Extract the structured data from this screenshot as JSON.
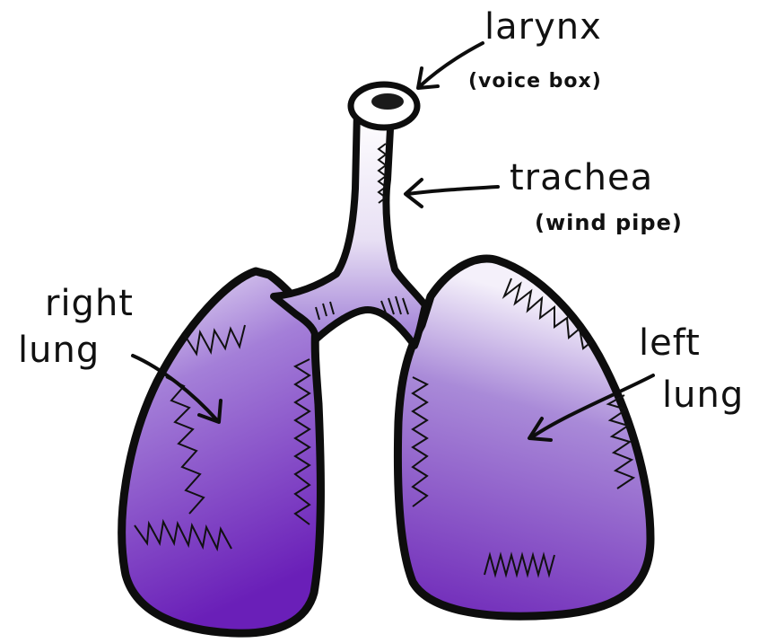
{
  "labels": {
    "larynx": "larynx",
    "larynx_sub": "(voice box)",
    "trachea": "trachea",
    "trachea_sub": "(wind pipe)",
    "right_lung_line1": "right",
    "right_lung_line2": "lung",
    "left_lung_line1": "left",
    "left_lung_line2": "lung"
  },
  "colors": {
    "lung_fill_dark": "#6a1fb8",
    "lung_fill_light": "#ece6f7",
    "outline": "#0d0d0d",
    "text": "#111111"
  }
}
